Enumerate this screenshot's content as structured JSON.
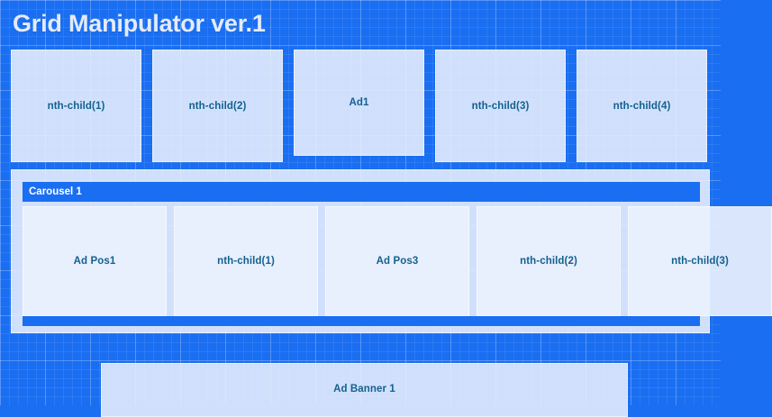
{
  "app": {
    "title": "Grid Manipulator ver.1"
  },
  "theme": {
    "background_blue": "#1a6ef2",
    "panel_fill": "#e9f0fd",
    "label_text": "#14618f",
    "title_text": "#e3ebfc",
    "bar_text": "#ffffff"
  },
  "top_row": {
    "cards": [
      {
        "label": "nth-child(1)",
        "kind": "standard"
      },
      {
        "label": "nth-child(2)",
        "kind": "standard"
      },
      {
        "label": "Ad1",
        "kind": "ad"
      },
      {
        "label": "nth-child(3)",
        "kind": "standard"
      },
      {
        "label": "nth-child(4)",
        "kind": "standard"
      }
    ]
  },
  "carousel": {
    "title": "Carousel 1",
    "cards": [
      {
        "label": "Ad Pos1"
      },
      {
        "label": "nth-child(1)"
      },
      {
        "label": "Ad Pos3"
      },
      {
        "label": "nth-child(2)"
      },
      {
        "label": "nth-child(3)"
      }
    ]
  },
  "ad_banner": {
    "label": "Ad Banner 1"
  }
}
